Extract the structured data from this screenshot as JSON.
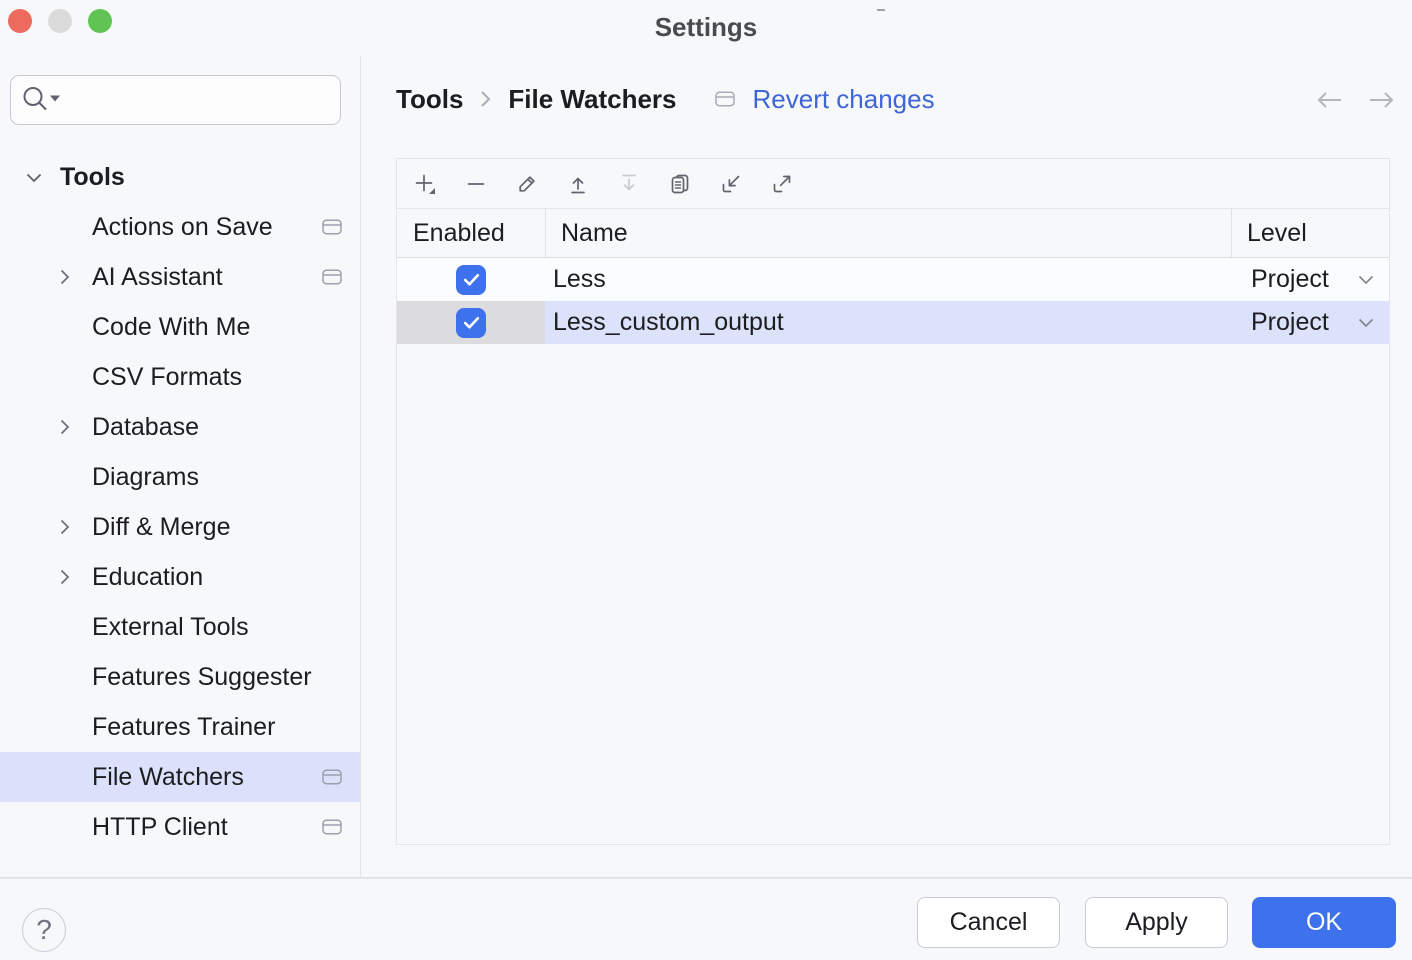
{
  "window": {
    "title": "Settings",
    "traffic_lights": [
      "close",
      "minimize",
      "zoom"
    ]
  },
  "search": {
    "value": "",
    "placeholder": ""
  },
  "sidebar": {
    "items": [
      {
        "label": "Tools",
        "expanded": true
      },
      {
        "label": "Actions on Save"
      },
      {
        "label": "AI Assistant"
      },
      {
        "label": "Code With Me"
      },
      {
        "label": "CSV Formats"
      },
      {
        "label": "Database"
      },
      {
        "label": "Diagrams"
      },
      {
        "label": "Diff & Merge"
      },
      {
        "label": "Education"
      },
      {
        "label": "External Tools"
      },
      {
        "label": "Features Suggester"
      },
      {
        "label": "Features Trainer"
      },
      {
        "label": "File Watchers",
        "selected": true
      },
      {
        "label": "HTTP Client"
      }
    ]
  },
  "breadcrumb": {
    "section": "Tools",
    "page": "File Watchers",
    "action_label": "Revert changes"
  },
  "toolbar": {
    "icons": [
      "add-icon",
      "remove-icon",
      "edit-icon",
      "move-up-icon",
      "move-down-icon",
      "duplicate-icon",
      "import-icon",
      "export-icon"
    ],
    "disabled": [
      "move-down-icon"
    ]
  },
  "table": {
    "columns": {
      "enabled": "Enabled",
      "name": "Name",
      "level": "Level"
    },
    "rows": [
      {
        "enabled": true,
        "name": "Less",
        "level": "Project",
        "selected": false
      },
      {
        "enabled": true,
        "name": "Less_custom_output",
        "level": "Project",
        "selected": true
      }
    ]
  },
  "footer": {
    "cancel_label": "Cancel",
    "apply_label": "Apply",
    "ok_label": "OK",
    "help_label": "?"
  },
  "colors": {
    "accent_blue": "#3e72ec",
    "table_selection": "#dbe2f9",
    "sidebar_selection": "#dbe1fa",
    "link_blue": "#3e66d6",
    "traffic_red": "#ed6a5e",
    "traffic_gray": "#dbdbdb",
    "traffic_green": "#5fc454",
    "background": "#f7f8fa"
  }
}
